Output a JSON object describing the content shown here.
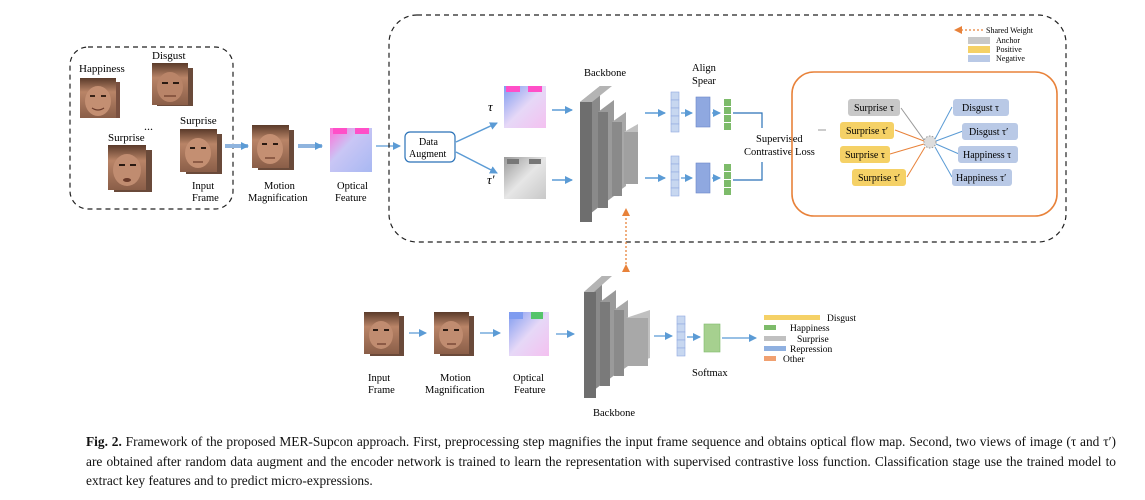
{
  "emotions": {
    "happiness": "Happiness",
    "disgust": "Disgust",
    "surprise": "Surprise",
    "ellipsis": "..."
  },
  "stages": {
    "input_frame_1": "Input",
    "input_frame_2": "Frame",
    "motion_1": "Motion",
    "motion_2": "Magnification",
    "optical_1": "Optical",
    "optical_2": "Feature",
    "data_augment_1": "Data",
    "data_augment_2": "Augment",
    "tau": "τ",
    "tau_prime": "τ′",
    "backbone": "Backbone",
    "align_1": "Align",
    "align_2": "Spear",
    "scl_1": "Supervised",
    "scl_2": "Contrastive Loss",
    "softmax": "Softmax"
  },
  "legend": {
    "shared_weight": "Shared Weight",
    "anchor": "Anchor",
    "positive": "Positive",
    "negative": "Negative"
  },
  "contrastive": {
    "left": [
      "Surprise τ",
      "Surprise τ′",
      "Surprise τ",
      "Surprise τ′"
    ],
    "right": [
      "Disgust τ",
      "Disgust τ′",
      "Happiness τ",
      "Happiness τ′"
    ]
  },
  "output_classes": [
    "Disgust",
    "Happiness",
    "Surprise",
    "Repression",
    "Other"
  ],
  "colors": {
    "anchor": "#c8c8c8",
    "positive": "#f5d166",
    "negative": "#b9c9e6",
    "orange_box": "#e8823a",
    "arrow": "#5b9bd5",
    "feature_blue": "#8fa8e0",
    "feature_green": "#7dbb6a",
    "class_disgust": "#f5d166",
    "class_happiness": "#7dbb6a",
    "class_surprise": "#c0c0c0",
    "class_repression": "#8fb0e0",
    "class_other": "#f0a070"
  },
  "caption": {
    "label": "Fig. 2.",
    "text": "Framework of the proposed MER-Supcon approach. First, preprocessing step magnifies the input frame sequence and obtains optical flow map. Second, two views of image (τ and τ′) are obtained after random data augment and the encoder network is trained to learn the representation with supervised contrastive loss function. Classification stage use the trained model to extract key features and to predict micro-expressions."
  }
}
